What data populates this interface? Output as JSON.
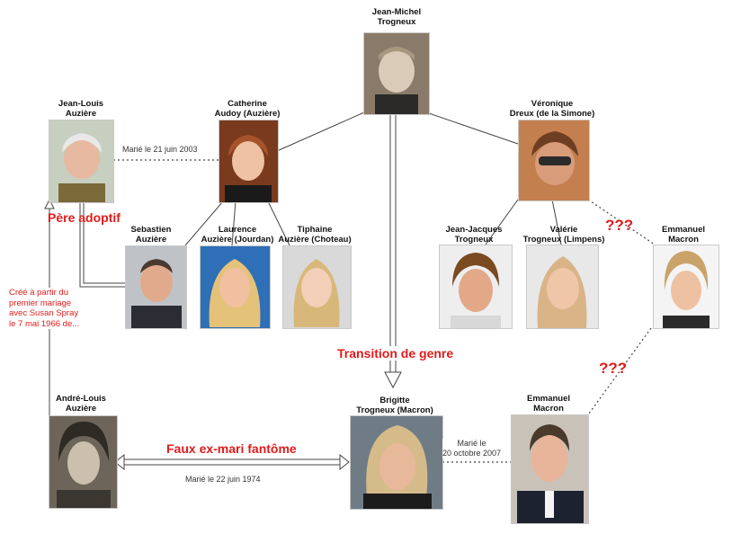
{
  "people": {
    "jean_michel": "Jean-Michel\nTrogneux",
    "jean_louis": "Jean-Louis\nAuzière",
    "catherine": "Catherine\nAudoy (Auzière)",
    "veronique": "Véronique\nDreux (de la Simone)",
    "sebastien": "Sebastien\nAuzière",
    "laurence": "Laurence\nAuzière (Jourdan)",
    "tiphaine": "Tiphaine\nAuzière (Choteau)",
    "jean_jacques": "Jean-Jacques\nTrogneux",
    "valerie": "Valérie\nTrogneux (Limpens)",
    "emmanuel_young": "Emmanuel\nMacron",
    "andre_louis": "André-Louis\nAuzière",
    "brigitte": "Brigitte\nTrogneux (Macron)",
    "emmanuel": "Emmanuel\nMacron"
  },
  "notes": {
    "married_2003": "Marié le 21 juin 2003",
    "married_1974": "Marié le 22 juin 1974",
    "married_2007": "Marié le\n20 octobre 2007"
  },
  "labels": {
    "adoptive_father": "Père adoptif",
    "gender_transition": "Transition de genre",
    "phantom_ex_husband": "Faux ex-mari fantôme",
    "question_1": "???",
    "question_2": "???",
    "created_from": "Créé à partir du\npremier mariage\navec Susan Spray\nle 7 mai 1966 de..."
  },
  "colors": {
    "accent_red": "#e11b1b",
    "line": "#444444"
  },
  "icons": {
    "photo": "portrait-photo-icon"
  }
}
